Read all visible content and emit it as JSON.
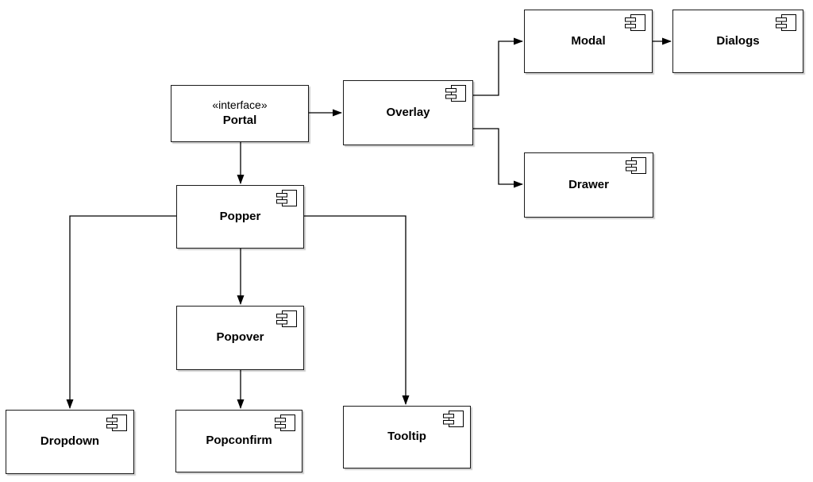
{
  "diagram": {
    "type": "uml-component-diagram",
    "background_color": "#ffffff",
    "stroke_color": "#000000",
    "nodes": [
      {
        "id": "portal",
        "stereotype": "«interface»",
        "label": "Portal",
        "component_icon": false
      },
      {
        "id": "overlay",
        "label": "Overlay",
        "component_icon": true
      },
      {
        "id": "modal",
        "label": "Modal",
        "component_icon": true
      },
      {
        "id": "dialogs",
        "label": "Dialogs",
        "component_icon": true
      },
      {
        "id": "drawer",
        "label": "Drawer",
        "component_icon": true
      },
      {
        "id": "popper",
        "label": "Popper",
        "component_icon": true
      },
      {
        "id": "popover",
        "label": "Popover",
        "component_icon": true
      },
      {
        "id": "dropdown",
        "label": "Dropdown",
        "component_icon": true
      },
      {
        "id": "popconfirm",
        "label": "Popconfirm",
        "component_icon": true
      },
      {
        "id": "tooltip",
        "label": "Tooltip",
        "component_icon": true
      }
    ],
    "edges": [
      {
        "from": "Portal",
        "to": "Overlay",
        "style": "arrow"
      },
      {
        "from": "Portal",
        "to": "Popper",
        "style": "arrow"
      },
      {
        "from": "Overlay",
        "to": "Modal",
        "style": "arrow"
      },
      {
        "from": "Modal",
        "to": "Dialogs",
        "style": "arrow"
      },
      {
        "from": "Overlay",
        "to": "Drawer",
        "style": "arrow"
      },
      {
        "from": "Popper",
        "to": "Dropdown",
        "style": "arrow"
      },
      {
        "from": "Popper",
        "to": "Popover",
        "style": "arrow"
      },
      {
        "from": "Popper",
        "to": "Tooltip",
        "style": "arrow"
      },
      {
        "from": "Popover",
        "to": "Popconfirm",
        "style": "arrow"
      }
    ]
  }
}
